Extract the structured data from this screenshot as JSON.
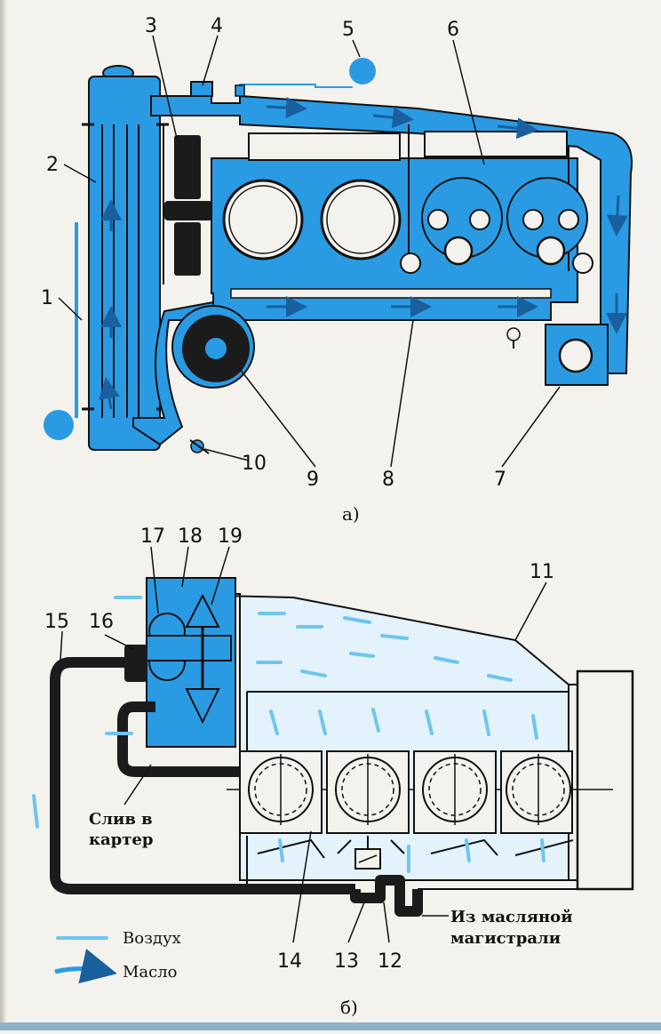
{
  "colors": {
    "coolant": "#2a9be3",
    "coolant_dark": "#1a72b8",
    "air": "#6fc6ee",
    "line": "#111111",
    "pipe": "#1b1b1b",
    "paper": "#f4f2ec"
  },
  "diagram_a": {
    "caption": "а)",
    "labels": [
      "1",
      "2",
      "3",
      "4",
      "5",
      "6",
      "7",
      "8",
      "9",
      "10"
    ]
  },
  "diagram_b": {
    "caption": "б)",
    "labels": [
      "11",
      "12",
      "13",
      "14",
      "15",
      "16",
      "17",
      "18",
      "19"
    ],
    "drain_label": [
      "Слив в",
      "картер"
    ],
    "oil_line_label": [
      "Из масляной",
      "магистрали"
    ],
    "legend": {
      "air": "Воздух",
      "oil": "Масло"
    }
  }
}
